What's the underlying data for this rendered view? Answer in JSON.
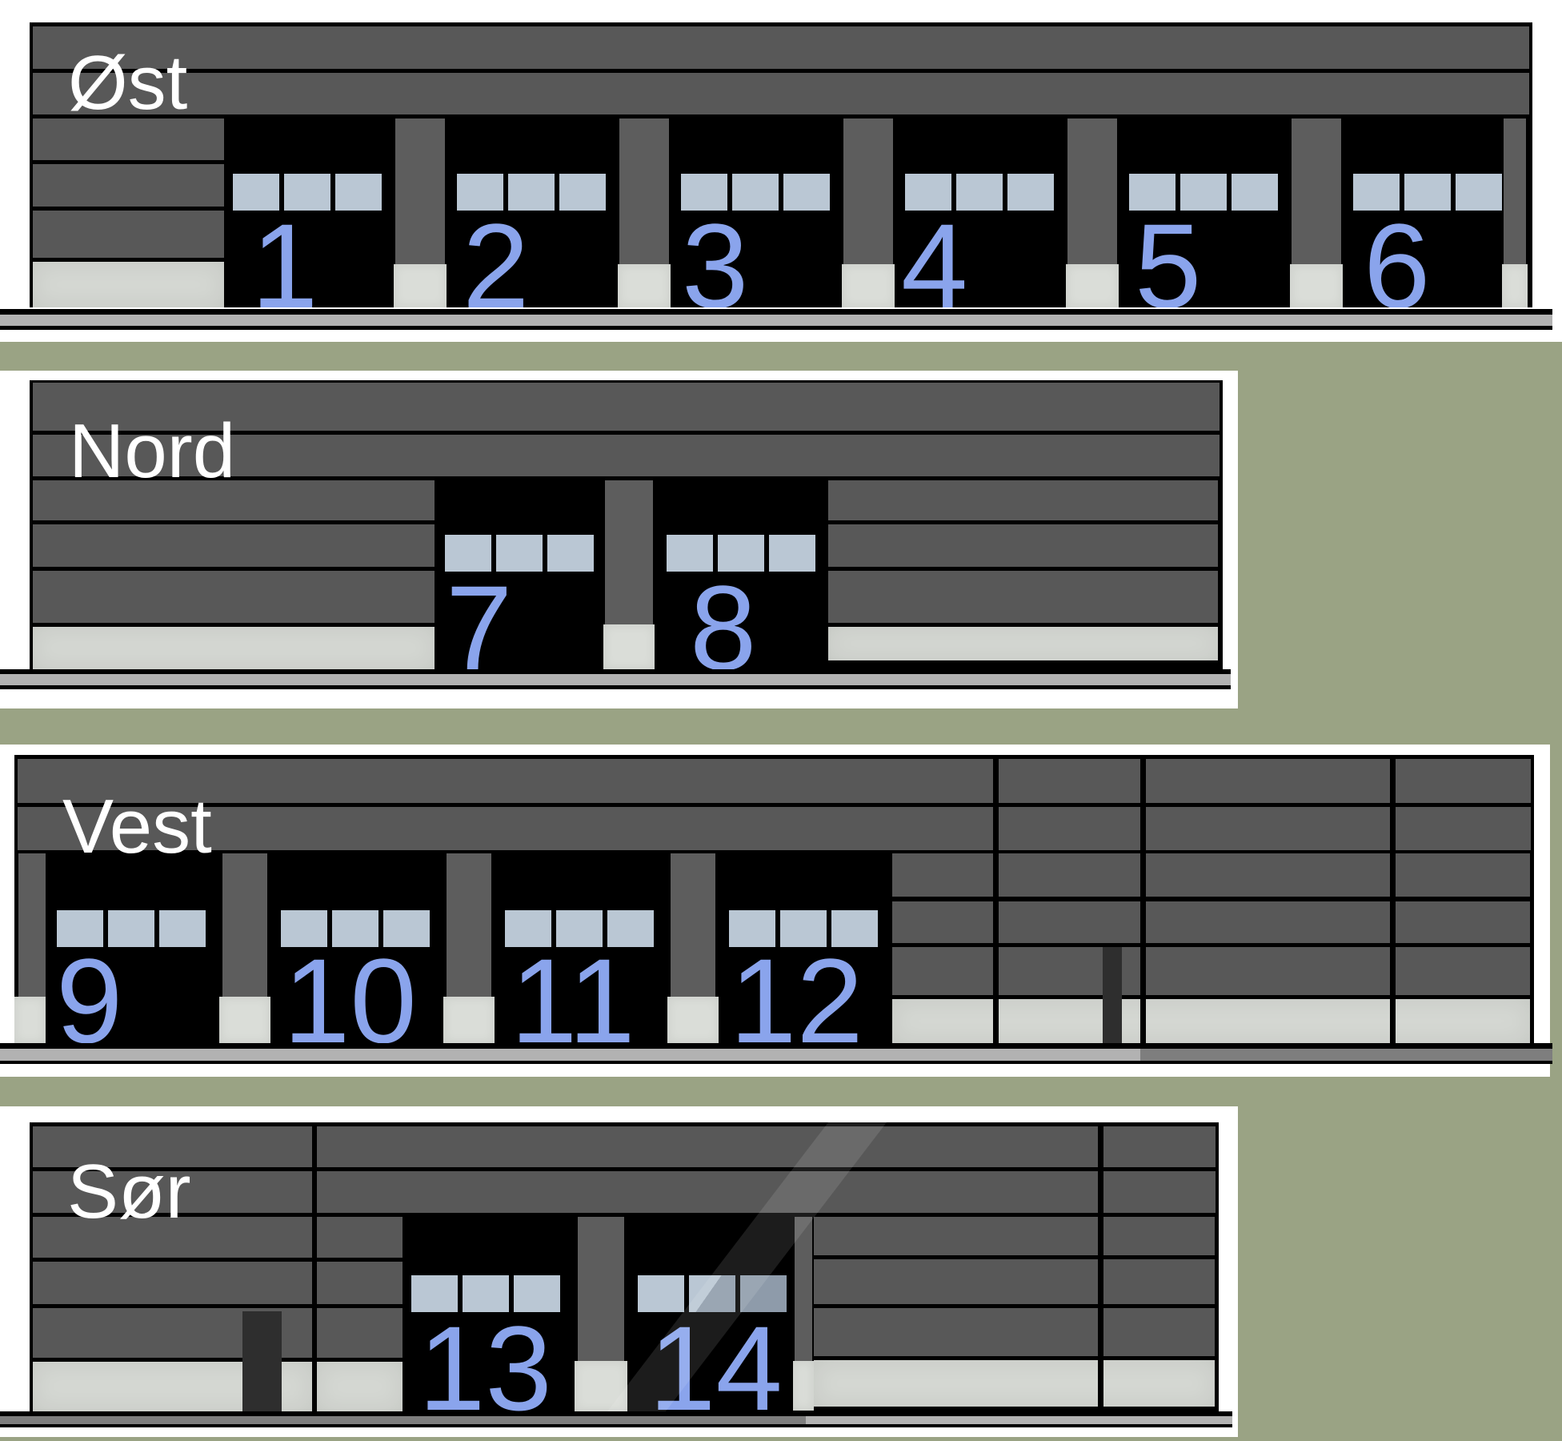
{
  "panels": [
    {
      "id": "ost",
      "label": "Øst",
      "doors": [
        {
          "number": "1"
        },
        {
          "number": "2"
        },
        {
          "number": "3"
        },
        {
          "number": "4"
        },
        {
          "number": "5"
        },
        {
          "number": "6"
        }
      ]
    },
    {
      "id": "nord",
      "label": "Nord",
      "doors": [
        {
          "number": "7"
        },
        {
          "number": "8"
        }
      ]
    },
    {
      "id": "vest",
      "label": "Vest",
      "doors": [
        {
          "number": "9"
        },
        {
          "number": "10"
        },
        {
          "number": "11"
        },
        {
          "number": "12"
        }
      ]
    },
    {
      "id": "sor",
      "label": "Sør",
      "doors": [
        {
          "number": "13"
        },
        {
          "number": "14"
        }
      ]
    }
  ],
  "colors": {
    "green": "#9AA384",
    "card": "#FFFFFF",
    "siding": "#585858",
    "pier": "#5D5D5D",
    "ink": "#000000",
    "win": "#BAC7D4",
    "winshade": "#8E9BAA",
    "num": "#8AA4EC",
    "concrete": "#D4D7D2",
    "footing": "#DADDD8",
    "gndl": "#B2B2B2",
    "gndd": "#7E7E7E",
    "stripe": "#2E2E2E",
    "labelc": "#FFFFFF"
  }
}
